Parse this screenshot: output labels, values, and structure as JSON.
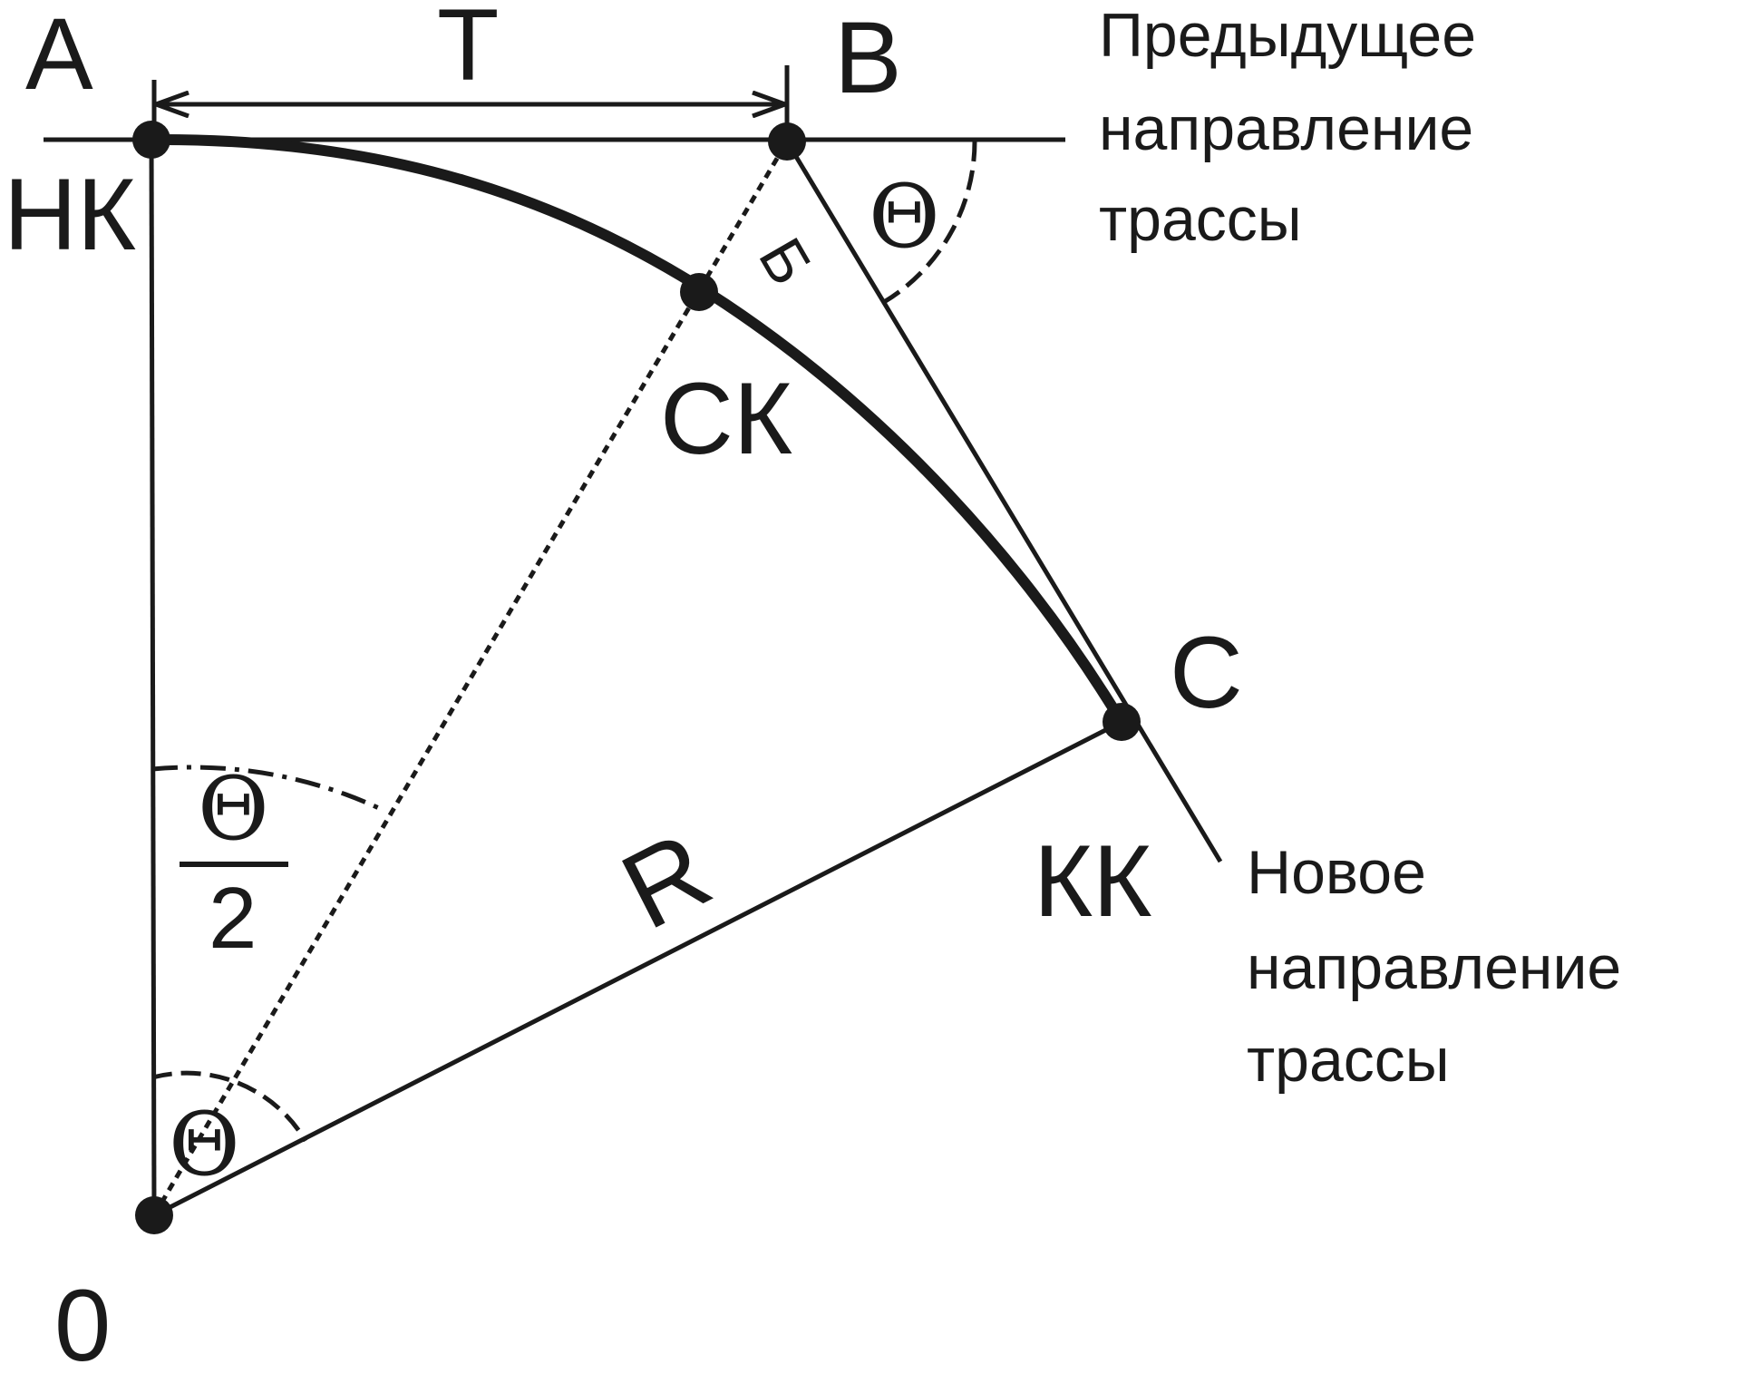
{
  "points": {
    "A": "A",
    "B": "B",
    "C": "C",
    "O": "0",
    "NK": "НК",
    "SK": "СК",
    "KK": "КК"
  },
  "labels": {
    "T": "T",
    "R": "R",
    "Bis": "Б",
    "theta": "Θ",
    "half_denominator": "2"
  },
  "annotations": {
    "previous_direction": [
      "Предыдущее",
      "направление",
      "трассы"
    ],
    "new_direction": [
      "Новое",
      "направление",
      "трассы"
    ]
  },
  "colors": {
    "ink": "#1a1a1a",
    "background": "#ffffff"
  }
}
